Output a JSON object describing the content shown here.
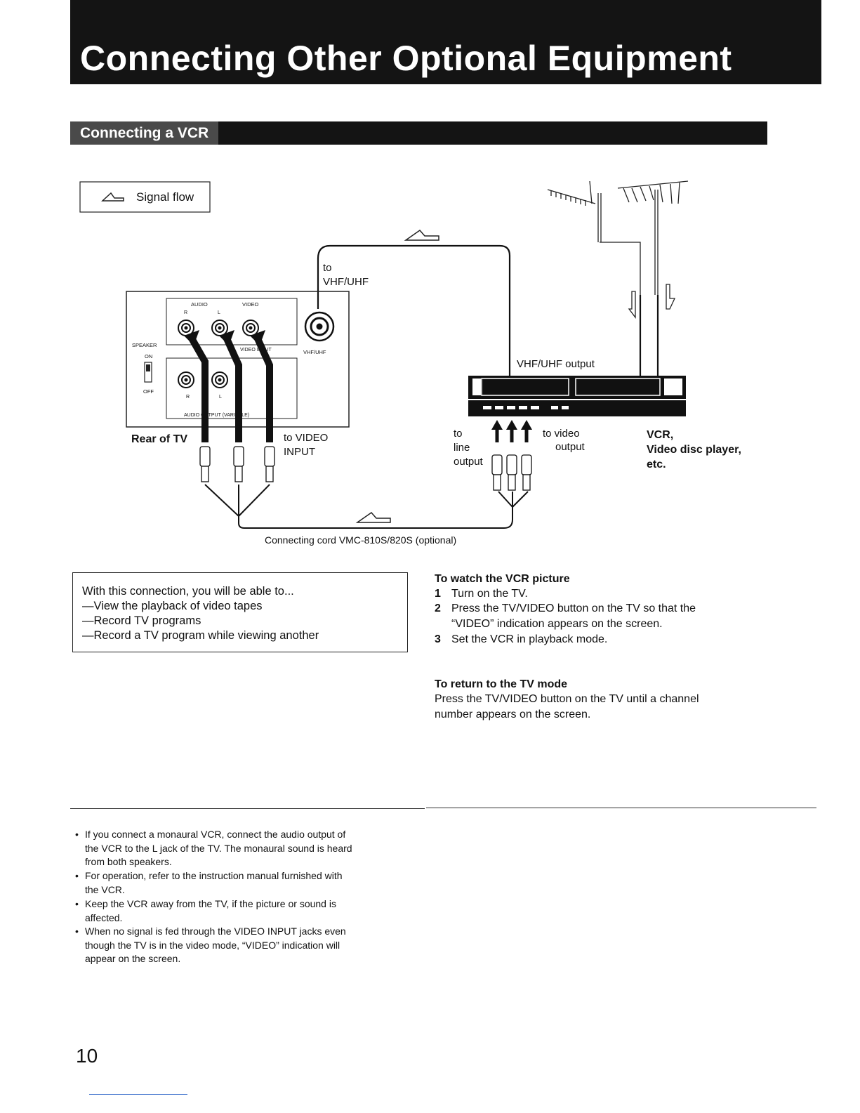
{
  "header": {
    "title": "Connecting Other Optional Equipment",
    "section": "Connecting a VCR"
  },
  "diagram": {
    "legend_label": "Signal flow",
    "to_vhf_uhf_line1": "to",
    "to_vhf_uhf_line2": "VHF/UHF",
    "vhf_uhf_output": "VHF/UHF output",
    "tv_panel": {
      "audio": "AUDIO",
      "video": "VIDEO",
      "r": "R",
      "l": "L",
      "video_input": "VIDEO INPUT",
      "speaker": "SPEAKER",
      "on": "ON",
      "off": "OFF",
      "audio_output": "AUDIO OUTPUT (VARIABLE)",
      "vhf_uhf": "VHF/UHF"
    },
    "rear_of_tv": "Rear of TV",
    "to_video_input_line1": "to VIDEO",
    "to_video_input_line2": "INPUT",
    "to_line_output_1": "to",
    "to_line_output_2": "line",
    "to_line_output_3": "output",
    "to_video_output_1": "to video",
    "to_video_output_2": "output",
    "vcr_label_1": "VCR,",
    "vcr_label_2": "Video disc player,",
    "vcr_label_3": "etc.",
    "connecting_cord": "Connecting cord VMC-810S/820S (optional)"
  },
  "connection_box": {
    "intro": "With this connection, you will be able to...",
    "items": [
      "—View the playback of video tapes",
      "—Record TV programs",
      "—Record a TV program while viewing another"
    ]
  },
  "watch_vcr": {
    "heading": "To watch the VCR picture",
    "steps": [
      {
        "num": "1",
        "text": "Turn on the TV."
      },
      {
        "num": "2",
        "text": "Press the TV/VIDEO button on the TV so that the",
        "cont": "“VIDEO” indication appears on the screen."
      },
      {
        "num": "3",
        "text": "Set the VCR in playback mode."
      }
    ]
  },
  "return_tv": {
    "heading": "To return to the TV mode",
    "line1": "Press the TV/VIDEO button on the TV until a channel",
    "line2": "number appears on the screen."
  },
  "notes": {
    "bullet": "•",
    "items": [
      {
        "lines": [
          "If you connect a monaural VCR, connect the audio output of",
          "the VCR to the L jack of the TV. The monaural sound is heard",
          "from both speakers."
        ]
      },
      {
        "lines": [
          "For operation, refer to the instruction manual furnished with",
          "the VCR."
        ]
      },
      {
        "lines": [
          "Keep the VCR away from the TV, if the picture or sound is",
          "affected."
        ]
      },
      {
        "lines": [
          "When no signal is fed through the VIDEO INPUT jacks even",
          "though the TV is in the video mode, “VIDEO” indication will",
          "appear on the screen."
        ]
      }
    ]
  },
  "page_number": "10"
}
